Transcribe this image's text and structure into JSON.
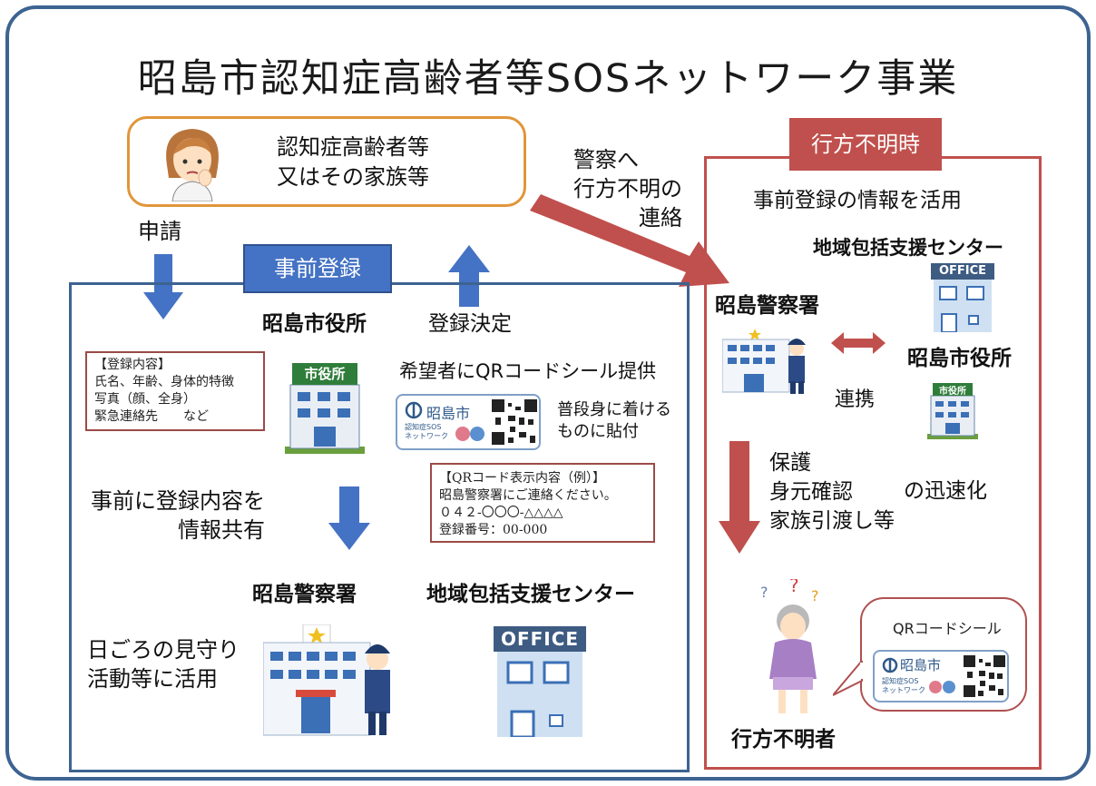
{
  "title": "昭島市認知症高齢者等SOSネットワーク事業",
  "applicant": {
    "line1": "認知症高齢者等",
    "line2": "又はその家族等"
  },
  "apply_label": "申請",
  "pre_registration": {
    "tag": "事前登録",
    "decision_label": "登録決定",
    "city_hall_label": "昭島市役所",
    "city_hall_sign": "市役所",
    "contents_lines": [
      "【登録内容】",
      "氏名、年齢、身体的特徴",
      "写真（顔、全身）",
      "緊急連絡先　　など"
    ],
    "qr_offer": "希望者にQRコードシール提供",
    "sticker_note": [
      "普段身に着ける",
      "ものに貼付"
    ],
    "qr_display_lines": [
      "【QRコード表示内容（例）】",
      "昭島警察署にご連絡ください。",
      "０４２-〇〇〇-△△△△",
      "登録番号：00-000"
    ],
    "share_text": [
      "事前に登録内容を",
      "情報共有"
    ],
    "police_label": "昭島警察署",
    "center_label": "地域包括支援センター",
    "office_sign": "OFFICE",
    "watch_text": [
      "日ごろの見守り",
      "活動等に活用"
    ]
  },
  "qr_sticker": {
    "city": "昭島市",
    "sub_lines": [
      "認知症SOS",
      "ネットワーク"
    ]
  },
  "police_report": [
    "警察へ",
    "行方不明の",
    "連絡"
  ],
  "missing": {
    "tag": "行方不明時",
    "use_info": "事前登録の情報を活用",
    "center_label": "地域包括支援センター",
    "police_label": "昭島警察署",
    "city_hall_label": "昭島市役所",
    "office_sign": "OFFICE",
    "city_hall_sign": "市役所",
    "cooperation": "連携",
    "actions": [
      "保護",
      "身元確認",
      "家族引渡し等"
    ],
    "speedup": "の迅速化",
    "qr_bubble_label": "QRコードシール",
    "missing_person_label": "行方不明者"
  },
  "colors": {
    "frame": "#3d6391",
    "blue_arrow": "#4472c4",
    "red": "#c0504d",
    "orange": "#e0963a"
  }
}
